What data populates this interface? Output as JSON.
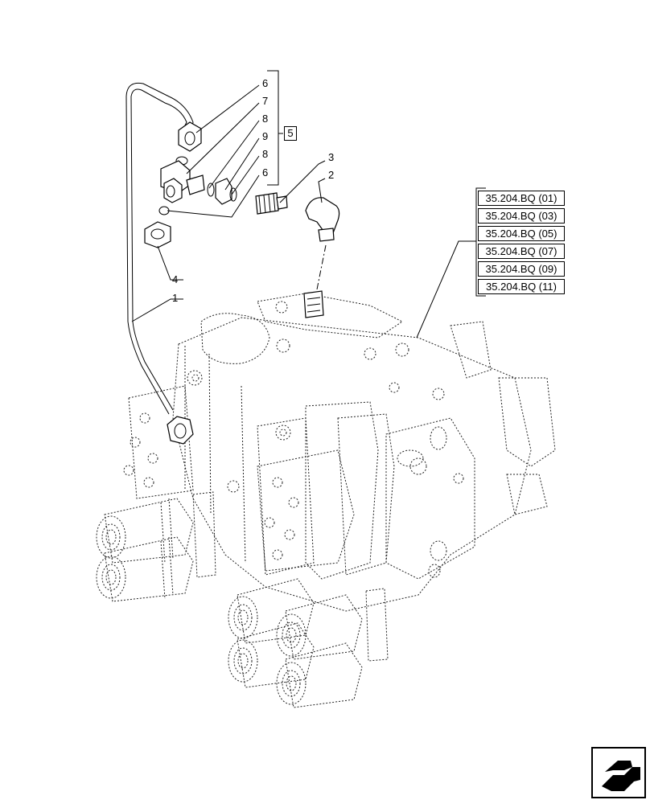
{
  "callouts": {
    "c6a": "6",
    "c7": "7",
    "c8a": "8",
    "c9": "9",
    "c8b": "8",
    "c6b": "6",
    "c5": "5",
    "c3": "3",
    "c2": "2",
    "c4": "4",
    "c1": "1"
  },
  "references": [
    "35.204.BQ (01)",
    "35.204.BQ (03)",
    "35.204.BQ (05)",
    "35.204.BQ (07)",
    "35.204.BQ (09)",
    "35.204.BQ (11)"
  ],
  "icons": {
    "nav": "next-page-arrow-icon"
  }
}
